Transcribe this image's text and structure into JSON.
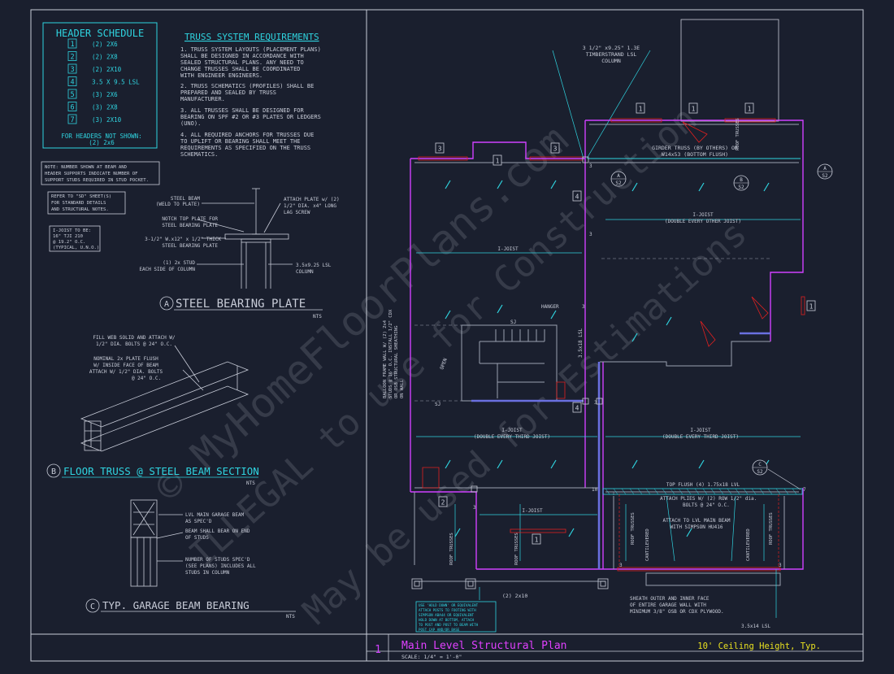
{
  "header_schedule": {
    "title": "HEADER SCHEDULE",
    "rows": [
      {
        "num": "1",
        "spec": "(2) 2X6"
      },
      {
        "num": "2",
        "spec": "(2) 2X8"
      },
      {
        "num": "3",
        "spec": "(2) 2X10"
      },
      {
        "num": "4",
        "spec": "3.5 X 9.5 LSL"
      },
      {
        "num": "5",
        "spec": "(3) 2X6"
      },
      {
        "num": "6",
        "spec": "(3) 2X8"
      },
      {
        "num": "7",
        "spec": "(3) 2X10"
      }
    ],
    "footer1": "FOR HEADERS NOT SHOWN:",
    "footer2": "(2) 2x6"
  },
  "note_box": [
    "NOTE: NUMBER SHOWN AT BEAM AND",
    "HEADER SUPPORTS INDICATE NUMBER OF",
    "SUPPORT STUDS REQUIRED IN STUD POCKET."
  ],
  "refer_box": [
    "REFER TO \"SD\" SHEET(S)",
    "FOR STANDARD DETAILS",
    "AND STRUCTURAL NOTES."
  ],
  "ijoist_box": [
    "I-JOIST TO BE:",
    "16\" TJI 210",
    "@ 19.2\" O.C.",
    "(TYPICAL, U.N.O.)"
  ],
  "truss": {
    "title": "TRUSS SYSTEM REQUIREMENTS",
    "lines": [
      "1. TRUSS SYSTEM LAYOUTS (PLACEMENT PLANS)",
      "SHALL BE DESIGNED IN ACCORDANCE WITH",
      "SEALED STRUCTURAL PLANS. ANY NEED TO",
      "CHANGE TRUSSES SHALL BE COORDINATED",
      "WITH ENGINEER ENGINEERS.",
      "2. TRUSS SCHEMATICS (PROFILES) SHALL BE",
      "PREPARED AND SEALED BY TRUSS",
      "MANUFACTURER.",
      "3. ALL TRUSSES SHALL BE DESIGNED FOR",
      "BEARING ON SPF #2 OR #3 PLATES OR LEDGERS",
      "(UNO).",
      "4. ALL REQUIRED ANCHORS FOR TRUSSES DUE",
      "TO UPLIFT OR BEARING SHALL MEET THE",
      "REQUIREMENTS AS SPECIFIED ON THE TRUSS",
      "SCHEMATICS."
    ]
  },
  "detail_a": {
    "letter": "A",
    "title": "STEEL BEARING PLATE",
    "scale": "NTS",
    "labels": [
      "STEEL BEAM",
      "(WELD TO PLATE)",
      "NOTCH TOP PLATE FOR",
      "STEEL BEARING PLATE",
      "3-1/2\" W.x12\" x 1/2\" THICK",
      "STEEL BEARING PLATE",
      "(1) 2x  STUD",
      "EACH SIDE OF COLUMN",
      "ATTACH PLATE w/ (2)",
      "1/2\" DIA. x4\" LONG",
      "LAG SCREW",
      "3.5x9.25 LSL",
      "COLUMN"
    ]
  },
  "detail_b": {
    "letter": "B",
    "title": "FLOOR TRUSS @ STEEL BEAM SECTION",
    "scale": "NTS",
    "labels": [
      "FILL WEB SOLID AND ATTACH W/",
      "1/2\" DIA. BOLTS @ 24\" O.C.",
      "NOMINAL 2x  PLATE FLUSH",
      "W/ INSIDE FACE OF BEAM",
      "ATTACH W/ 1/2\" DIA. BOLTS",
      "@ 24\" O.C."
    ]
  },
  "detail_c": {
    "letter": "C",
    "title": "TYP. GARAGE BEAM BEARING",
    "scale": "NTS",
    "labels": [
      "LVL MAIN GARAGE BEAM",
      "AS SPEC'D",
      "BEAM SHALL BEAR ON END",
      "OF STUDS",
      "NUMBER OF STUDS SPEC'D",
      "(SEE PLANS) INCLUDES ALL",
      "STUDS IN COLUMN"
    ]
  },
  "plan": {
    "column_note": [
      "3 1/2\" x9.25\" 1.3E",
      "TIMBERSTRAND LSL",
      "COLUMN"
    ],
    "girder": [
      "GIRDER TRUSS (BY OTHERS) OR",
      "W14x53 (BOTTOM FLUSH)"
    ],
    "ijoist_upper_right": [
      "I-JOIST",
      "(DOUBLE EVERY OTHER JOIST)"
    ],
    "ijoist_upper_left": "I-JOIST",
    "ijoist_mid_left": [
      "I-JOIST",
      "(DOUBLE EVERY THIRD JOIST)"
    ],
    "ijoist_mid_right": [
      "I-JOIST",
      "(DOUBLE EVERY THIRD JOIST)"
    ],
    "ijoist_lower": "I-JOIST",
    "hanger": "HANGER",
    "sj": "SJ",
    "open": "OPEN",
    "lsl_vertical": "3.5x18 LSL",
    "balloon": [
      "BALLOON FRAME WALL W/ (2) 2x4",
      "STUDS @ 16\" O.C. INSTALL 1/2\" CDX",
      "OR OSB STRUCTURAL SHEATHING",
      "ON WALL"
    ],
    "roof_trusses": "ROOF TRUSSES",
    "cantilevered": "CANTILEVERED",
    "top_flush": "TOP FLUSH (4) 1.75x18 LVL",
    "attach_plies": [
      "ATTACH PLIES W/ (2) ROW 1/2\" dia.",
      "BOLTS @ 24\" O.C."
    ],
    "attach_lvl": [
      "ATTACH TO LVL MAIN BEAM",
      "WITH SIMPSON HU416"
    ],
    "sheath": [
      "SHEATH OUTER AND INNER FACE",
      "OF ENTIRE GARAGE WALL WITH",
      "MINIMUM 3/8\" OSB OR CDX PLYWOOD."
    ],
    "lsl_bottom": "3.5x14 LSL",
    "two_2x10": "(2) 2x10",
    "engineered_box": [
      "USE 'HOLD DOWN' OR EQUIVALENT",
      "ATTACH POSTS TO FOOTING WITH",
      "SIMPSON ABA44 OR EQUIVALENT",
      "HOLD DOWN AT BOTTOM, ATTACH",
      "TO POST AND POST TO BEAM WITH",
      "POST CAP AND/OR BASE"
    ],
    "section_marks": [
      {
        "letter": "A",
        "sheet": "S2"
      },
      {
        "letter": "B",
        "sheet": "S2"
      },
      {
        "letter": "A",
        "sheet": "S2"
      },
      {
        "letter": "C",
        "sheet": "S2"
      }
    ],
    "tags": [
      "1",
      "1",
      "1",
      "3",
      "1",
      "3",
      "4",
      "4",
      "1",
      "2",
      "1"
    ],
    "small_nums": [
      "3",
      "3",
      "3",
      "3",
      "3",
      "3",
      "3",
      "10",
      "7"
    ]
  },
  "titleblock": {
    "sheet_num": "1",
    "title": "Main Level Structural Plan",
    "scale": "SCALE: 1/4\" = 1'-0\"",
    "ceiling": "10' Ceiling Height, Typ."
  },
  "watermark": [
    "© MyHomeFloorPlans.com",
    "ILLEGAL to use for Construction",
    "May be used for Estimations"
  ],
  "colors": {
    "background": "#1a1f2e",
    "line": "#c8ccd8",
    "cyan": "#2fd4e0",
    "magenta": "#d040ff",
    "red": "#e02020",
    "yellow": "#e8e020",
    "title_magenta": "#e040ff"
  }
}
